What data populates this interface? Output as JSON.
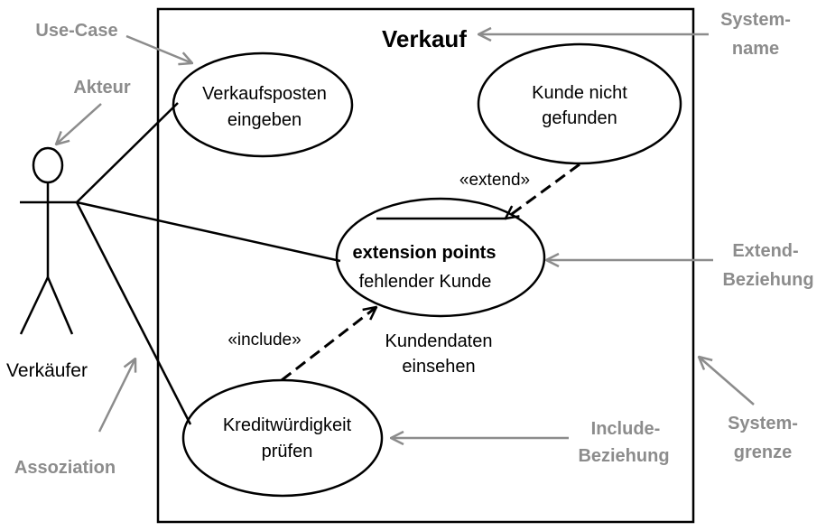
{
  "system": {
    "name": "Verkauf"
  },
  "actor": {
    "name": "Verkäufer"
  },
  "use_cases": {
    "verkaufsposten": {
      "line1": "Verkaufsposten",
      "line2": "eingeben"
    },
    "kunde_nicht_gefunden": {
      "line1": "Kunde nicht",
      "line2": "gefunden"
    },
    "kundendaten": {
      "section_title": "extension points",
      "extension_point": "fehlender Kunde",
      "line1": "Kundendaten",
      "line2": "einsehen"
    },
    "kreditwuerdigkeit": {
      "line1": "Kreditwürdigkeit",
      "line2": "prüfen"
    }
  },
  "relations": {
    "extend": "«extend»",
    "include": "«include»"
  },
  "annotations": {
    "use_case": "Use-Case",
    "akteur": "Akteur",
    "assoziation": "Assoziation",
    "systemname": {
      "line1": "System-",
      "line2": "name"
    },
    "extend_beziehung": {
      "line1": "Extend-",
      "line2": "Beziehung"
    },
    "include_beziehung": {
      "line1": "Include-",
      "line2": "Beziehung"
    },
    "systemgrenze": {
      "line1": "System-",
      "line2": "grenze"
    }
  },
  "colors": {
    "diagram": "#000000",
    "annotation": "#8c8c8c",
    "background": "#ffffff"
  }
}
